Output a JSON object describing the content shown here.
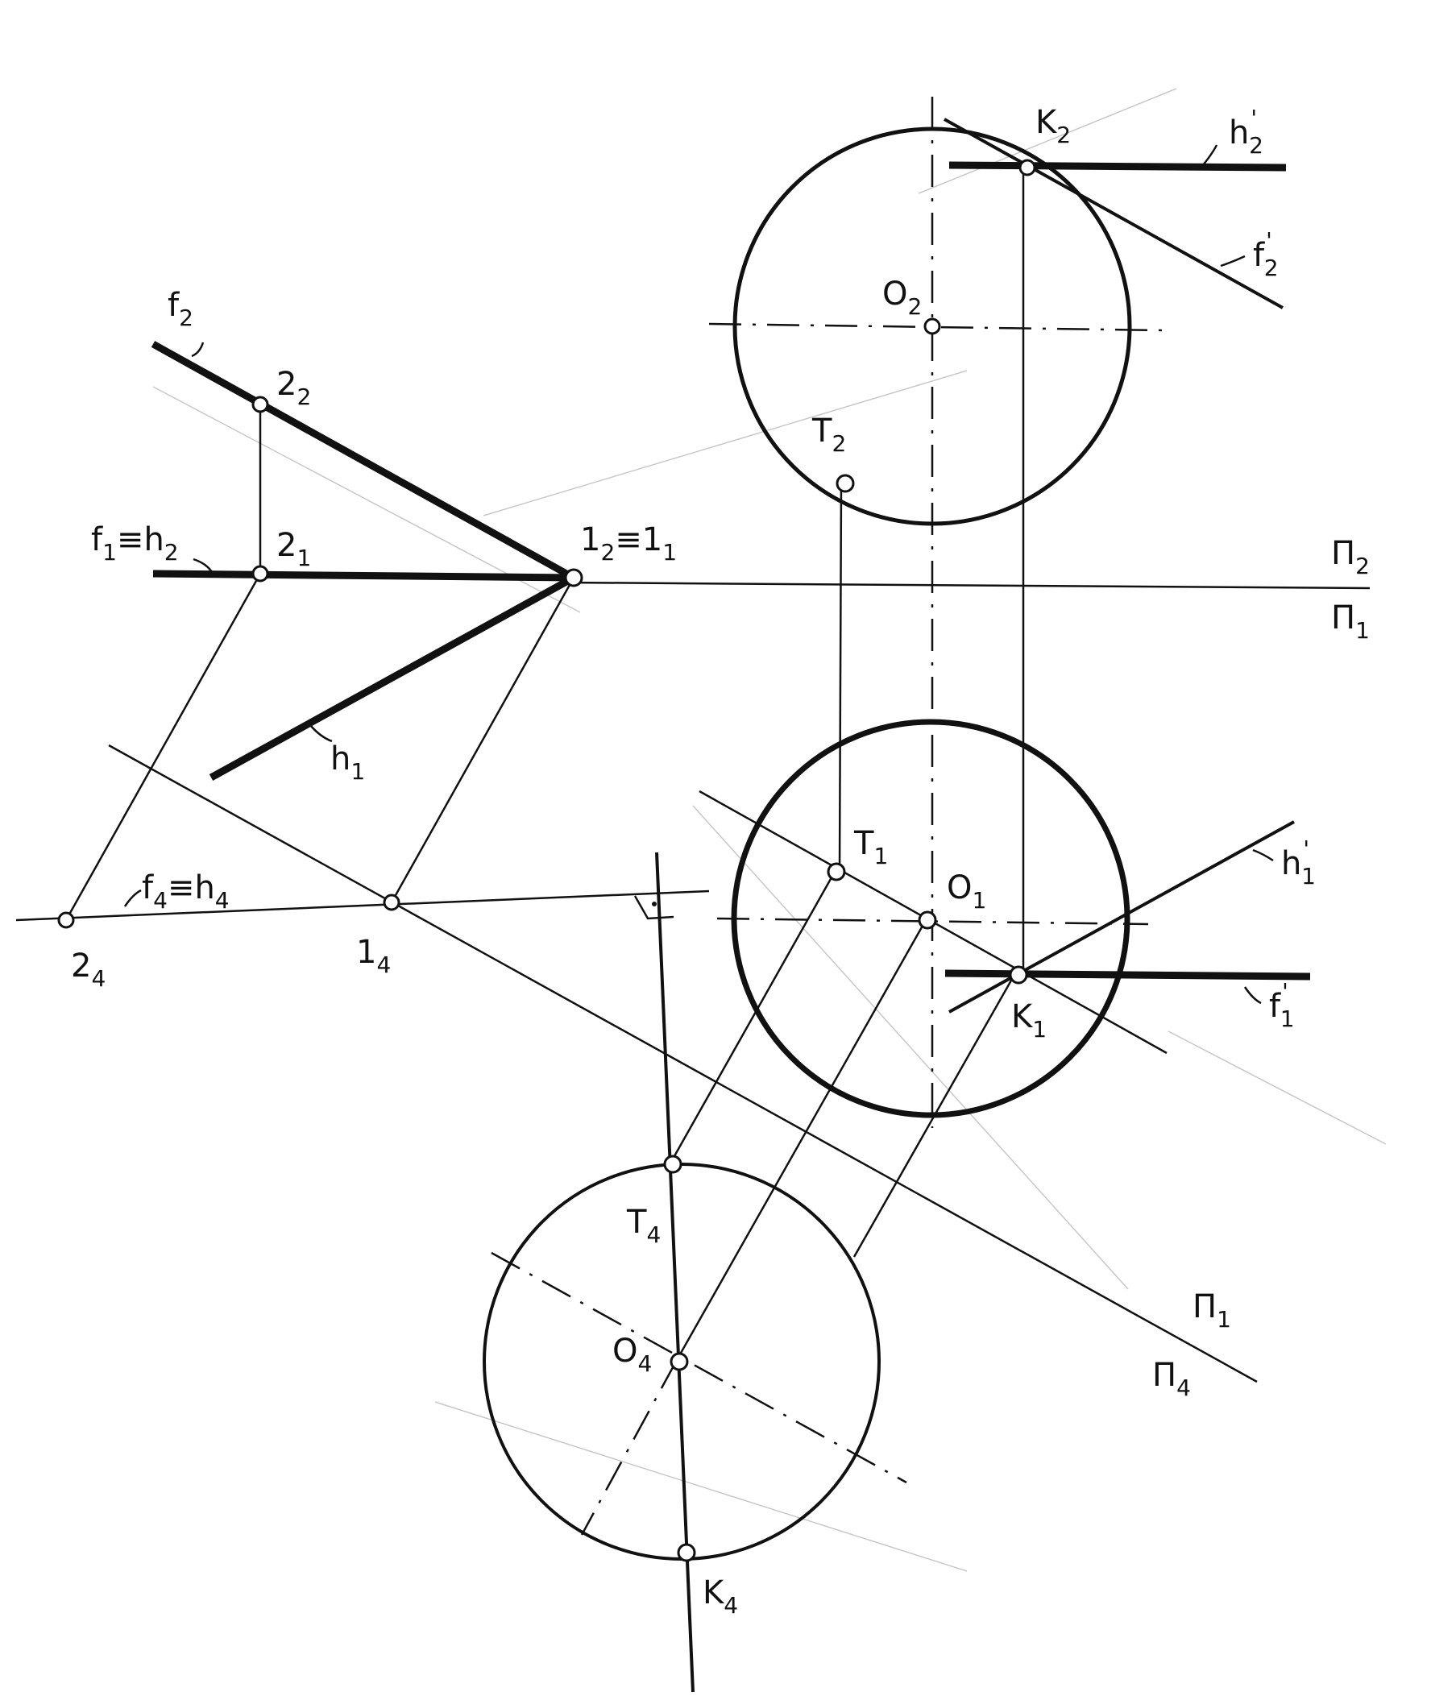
{
  "labels": {
    "f2": {
      "base": "f",
      "sub": "2",
      "sup": ""
    },
    "p2_2": {
      "base": "2",
      "sub": "2",
      "sup": ""
    },
    "f1h2_a": {
      "base": "f",
      "sub": "1",
      "sup": ""
    },
    "f1h2_b": {
      "base": "≡h",
      "sub": "2",
      "sup": ""
    },
    "p2_1": {
      "base": "2",
      "sub": "1",
      "sup": ""
    },
    "p1_2": {
      "base": "1",
      "sub": "2",
      "sup": ""
    },
    "p1_1": {
      "base": "≡1",
      "sub": "1",
      "sup": ""
    },
    "h1": {
      "base": "h",
      "sub": "1",
      "sup": ""
    },
    "f4h4_a": {
      "base": "f",
      "sub": "4",
      "sup": ""
    },
    "f4h4_b": {
      "base": "≡h",
      "sub": "4",
      "sup": ""
    },
    "p2_4": {
      "base": "2",
      "sub": "4",
      "sup": ""
    },
    "p1_4": {
      "base": "1",
      "sub": "4",
      "sup": ""
    },
    "K2": {
      "base": "K",
      "sub": "2",
      "sup": ""
    },
    "h2p": {
      "base": "h",
      "sub": "2",
      "sup": "'"
    },
    "f2p": {
      "base": "f",
      "sub": "2",
      "sup": "'"
    },
    "O2": {
      "base": "O",
      "sub": "2",
      "sup": ""
    },
    "T2": {
      "base": "T",
      "sub": "2",
      "sup": ""
    },
    "T1": {
      "base": "T",
      "sub": "1",
      "sup": ""
    },
    "O1": {
      "base": "O",
      "sub": "1",
      "sup": ""
    },
    "h1p": {
      "base": "h",
      "sub": "1",
      "sup": "'"
    },
    "K1": {
      "base": "K",
      "sub": "1",
      "sup": ""
    },
    "f1p": {
      "base": "f",
      "sub": "1",
      "sup": "'"
    },
    "T4": {
      "base": "T",
      "sub": "4",
      "sup": ""
    },
    "O4": {
      "base": "O",
      "sub": "4",
      "sup": ""
    },
    "K4": {
      "base": "K",
      "sub": "4",
      "sup": ""
    },
    "Pi2": {
      "base": "Π",
      "sub": "2",
      "sup": ""
    },
    "Pi1_top": {
      "base": "Π",
      "sub": "1",
      "sup": ""
    },
    "Pi1_bottom": {
      "base": "Π",
      "sub": "1",
      "sup": ""
    },
    "Pi4": {
      "base": "Π",
      "sub": "4",
      "sup": ""
    }
  }
}
